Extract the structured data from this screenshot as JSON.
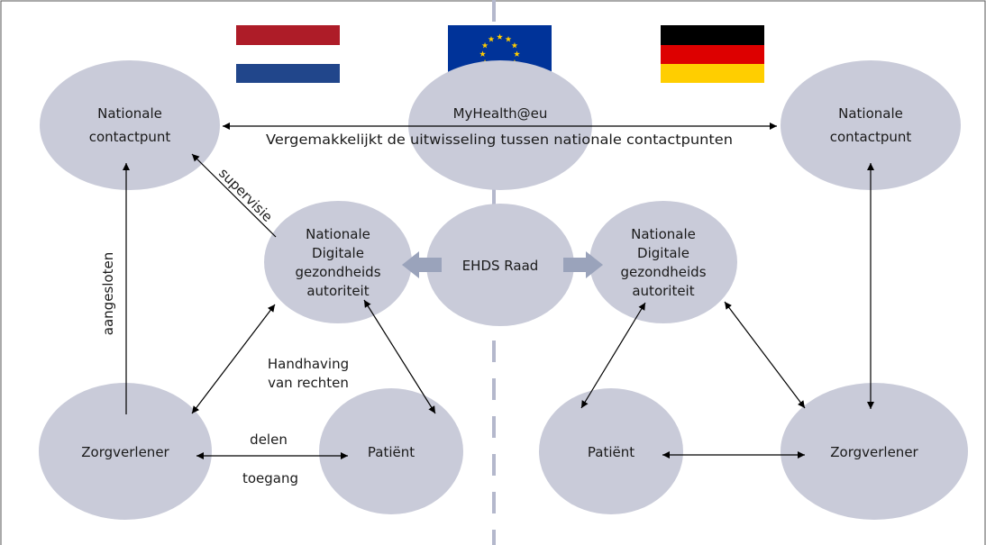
{
  "colors": {
    "node_fill": "#c9cbd9",
    "line": "#000000",
    "divider": "#b4b8cc",
    "council_arrow": "#9aa3bb",
    "frame": "#555555"
  },
  "flags": {
    "netherlands": {
      "icon": "netherlands-flag",
      "stripes": [
        "#ae1c28",
        "#ffffff",
        "#21468b"
      ]
    },
    "eu": {
      "icon": "eu-flag",
      "background": "#003399",
      "stars": "#ffcc00",
      "star_count": 12
    },
    "germany": {
      "icon": "germany-flag",
      "stripes": [
        "#000000",
        "#dd0000",
        "#ffce00"
      ]
    }
  },
  "nodes": {
    "nl_contact": {
      "lines": [
        "Nationale",
        "contactpunt"
      ]
    },
    "myhealth": {
      "lines": [
        "MyHealth@eu"
      ]
    },
    "de_contact": {
      "lines": [
        "Nationale",
        "contactpunt"
      ]
    },
    "nl_authority": {
      "lines": [
        "Nationale",
        "Digitale",
        "gezondheids",
        "autoriteit"
      ]
    },
    "ehds": {
      "lines": [
        "EHDS Raad"
      ]
    },
    "de_authority": {
      "lines": [
        "Nationale",
        "Digitale",
        "gezondheids",
        "autoriteit"
      ]
    },
    "nl_provider": {
      "lines": [
        "Zorgverlener"
      ]
    },
    "nl_patient": {
      "lines": [
        "Patiënt"
      ]
    },
    "de_patient": {
      "lines": [
        "Patiënt"
      ]
    },
    "de_provider": {
      "lines": [
        "Zorgverlener"
      ]
    }
  },
  "edge_labels": {
    "myhealth_description": "Vergemakkelijkt de uitwisseling tussen nationale contactpunten",
    "supervisie": "supervisie",
    "aangesloten": "aangesloten",
    "handhaving": [
      "Handhaving",
      "van rechten"
    ],
    "delen": "delen",
    "toegang": "toegang"
  }
}
